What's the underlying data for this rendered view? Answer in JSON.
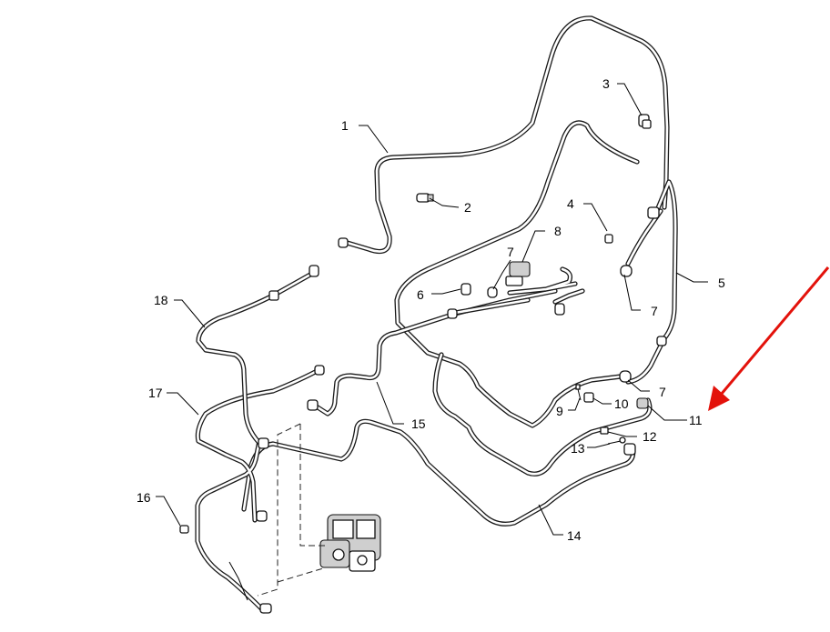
{
  "callouts": {
    "c1": "1",
    "c2": "2",
    "c3": "3",
    "c4": "4",
    "c5": "5",
    "c6": "6",
    "c7a": "7",
    "c7b": "7",
    "c7c": "7",
    "c8": "8",
    "c9": "9",
    "c10": "10",
    "c11": "11",
    "c12": "12",
    "c13": "13",
    "c14": "14",
    "c15": "15",
    "c16": "16",
    "c17": "17",
    "c18": "18"
  },
  "highlight": {
    "color": "#e3120b",
    "target": "11"
  },
  "line_color": "#1a1a1a"
}
